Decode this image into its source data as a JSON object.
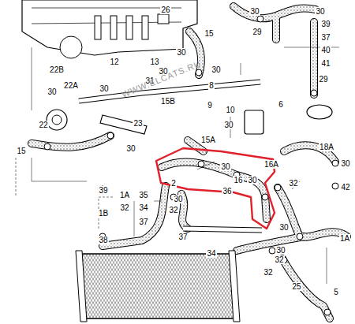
{
  "diagram": {
    "labels": [
      "26",
      "30",
      "30",
      "29",
      "39",
      "37",
      "40",
      "41",
      "29",
      "15",
      "30",
      "30",
      "12",
      "13",
      "30",
      "31",
      "22B",
      "22A",
      "30",
      "30",
      "8",
      "6",
      "15B",
      "9",
      "10",
      "30",
      "22",
      "23",
      "15A",
      "15",
      "30",
      "18A",
      "30",
      "30",
      "16A",
      "30",
      "16",
      "2",
      "30",
      "36",
      "32",
      "42",
      "39",
      "1A",
      "35",
      "32",
      "34",
      "1B",
      "37",
      "32",
      "37",
      "34",
      "30",
      "1A",
      "30",
      "32",
      "32",
      "25",
      "38",
      "5",
      "WWW.ELCATS.RU"
    ]
  }
}
